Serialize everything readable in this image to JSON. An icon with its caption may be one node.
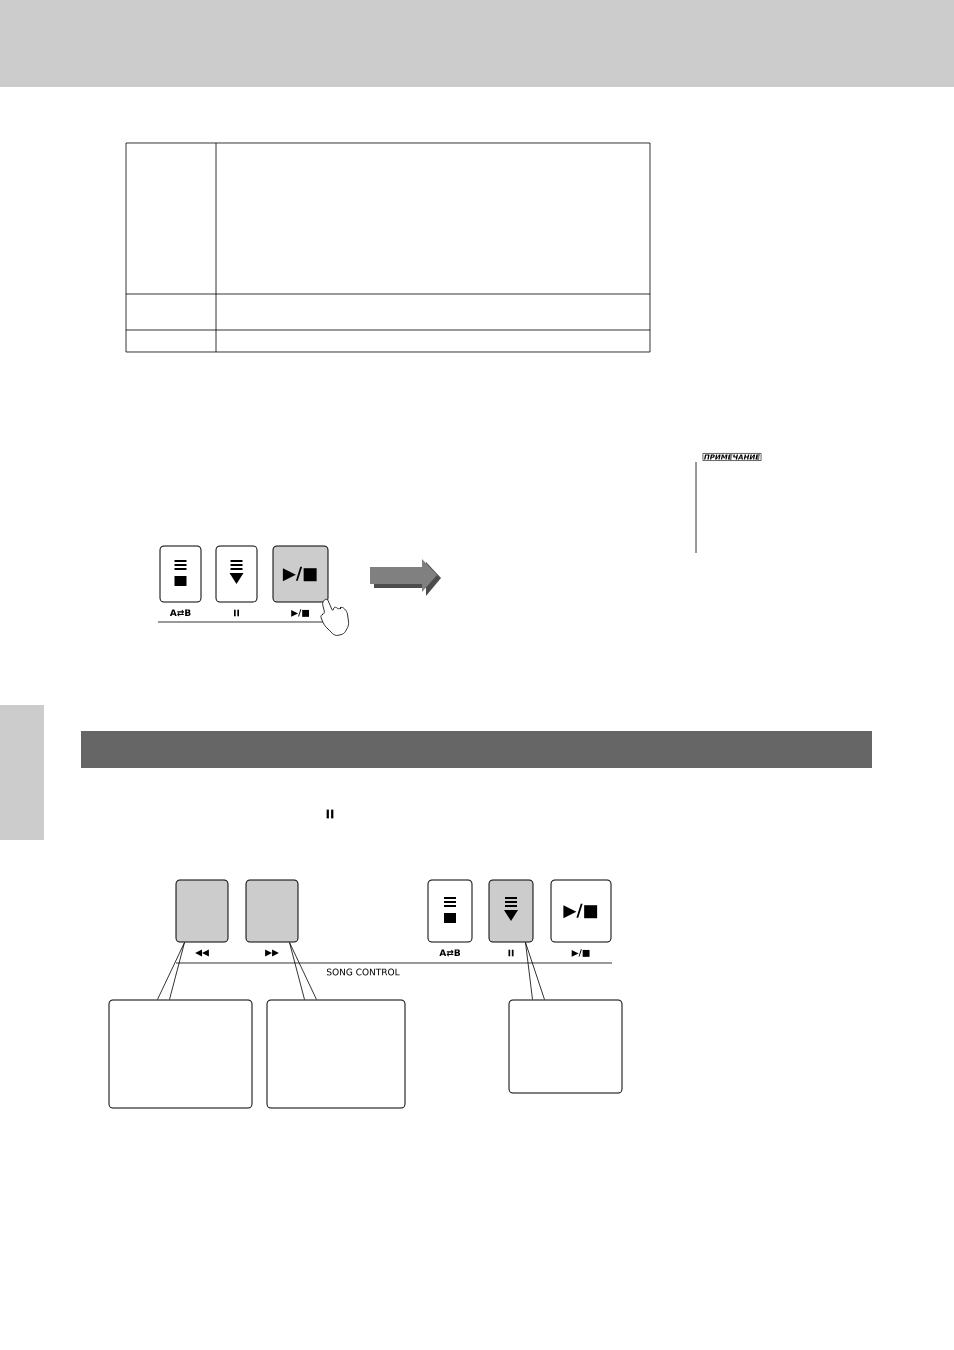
{
  "diagram": {
    "nodes": [
      {
        "text": [],
        "shape": "box",
        "beside": [
          "A⇄B"
        ]
      },
      {
        "text": [],
        "shape": "box",
        "beside": [
          "II"
        ]
      },
      {
        "text": [
          "▶/■"
        ],
        "beside": [
          "▶/■"
        ]
      },
      {
        "text": [],
        "shape": "box",
        "beside": [
          "◀◀"
        ]
      },
      {
        "text": [],
        "shape": "box",
        "beside": [
          "▶▶"
        ]
      },
      {
        "text": [],
        "shape": "box",
        "beside": [
          "A⇄B"
        ]
      },
      {
        "text": [],
        "shape": "box",
        "beside": [
          "II"
        ]
      },
      {
        "text": [
          "▶/■"
        ],
        "beside": [
          "▶/■"
        ]
      },
      {
        "text": [],
        "shape": "box"
      },
      {
        "text": [],
        "shape": "box"
      },
      {
        "text": [],
        "shape": "box"
      }
    ],
    "edges": [
      {
        "from": 8,
        "to": 3,
        "arrow": "none"
      },
      {
        "from": 9,
        "to": 4,
        "arrow": "none"
      },
      {
        "from": 10,
        "to": 6,
        "arrow": "none"
      }
    ],
    "labels": [
      "ПРИМЕЧАНИЕ",
      "II",
      "SONG CONTROL"
    ]
  }
}
